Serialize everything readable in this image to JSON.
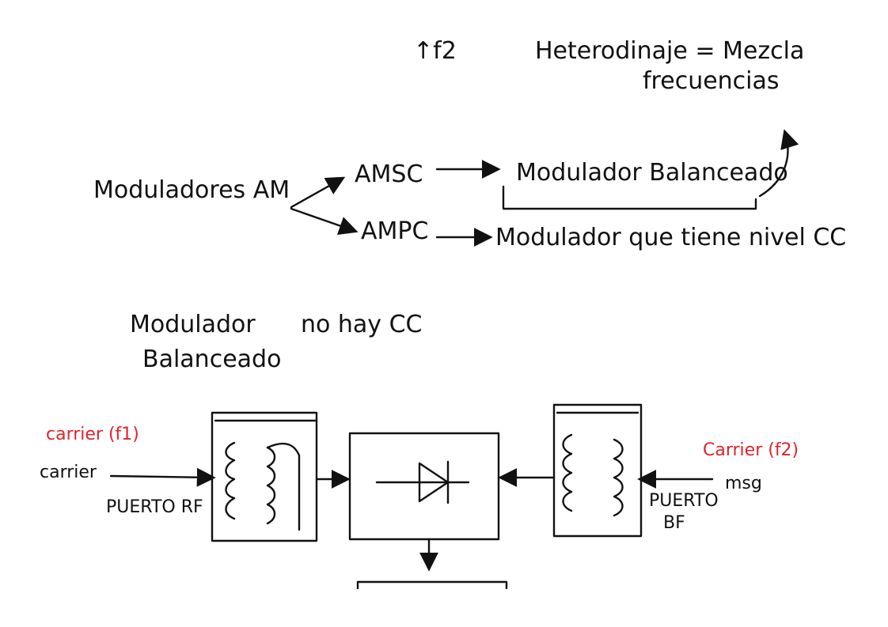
{
  "notes": {
    "f2_mark": "↑f2",
    "heterodinaje_line1": "Heterodinaje = Mezcla",
    "heterodinaje_line2": "frecuencias",
    "moduladores_am": "Moduladores AM",
    "amsc": "AMSC",
    "ampc": "AMPC",
    "modulador_balanceado": "Modulador Balanceado",
    "modulador_cc": "Modulador que tiene nivel CC",
    "modulador_label": "Modulador",
    "balanceado_label": "Balanceado",
    "no_hay_cc": "no hay CC"
  },
  "circuit": {
    "carrier_f1_red": "carrier (f1)",
    "carrier_left": "carrier",
    "puerto_rf": "PUERTO RF",
    "carrier_f2_red": "Carrier (f2)",
    "msg": "msg",
    "puerto_bf_line1": "PUERTO",
    "puerto_bf_line2": "BF"
  },
  "colors": {
    "ink": "#111111",
    "red_annotation": "#e0242a",
    "background": "#ffffff"
  }
}
